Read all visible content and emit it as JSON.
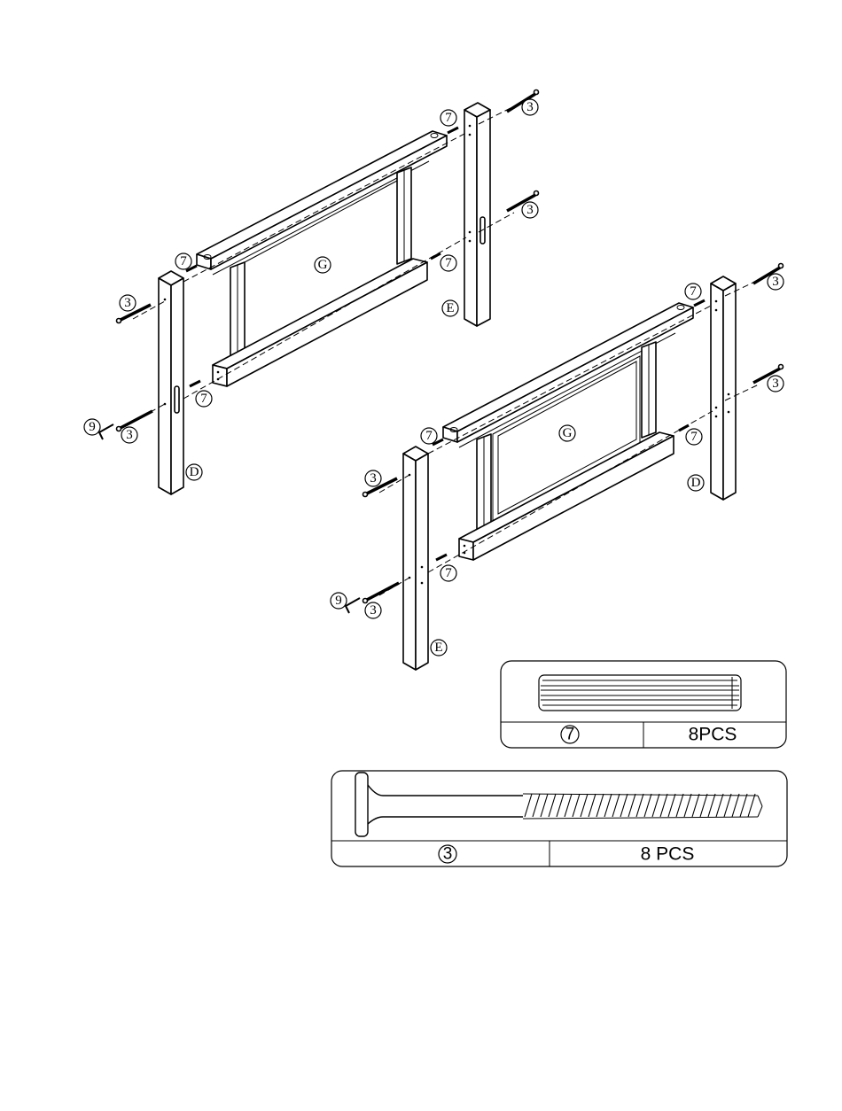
{
  "frame1": {
    "panel_label": "G",
    "left_post_label": "D",
    "right_post_label": "E",
    "dowel_callouts": [
      "7",
      "7",
      "7",
      "7"
    ],
    "screw_callouts": [
      "3",
      "3",
      "3",
      "3"
    ],
    "wrench_callout": "9"
  },
  "frame2": {
    "panel_label": "G",
    "left_post_label": "E",
    "right_post_label": "D",
    "dowel_callouts": [
      "7",
      "7",
      "7",
      "7"
    ],
    "screw_callouts": [
      "3",
      "3",
      "3",
      "3"
    ],
    "wrench_callout": "9"
  },
  "parts": [
    {
      "part_number": "7",
      "quantity": "8PCS",
      "icon": "wooden-dowel-icon"
    },
    {
      "part_number": "3",
      "quantity": "8 PCS",
      "icon": "bolt-icon"
    }
  ]
}
